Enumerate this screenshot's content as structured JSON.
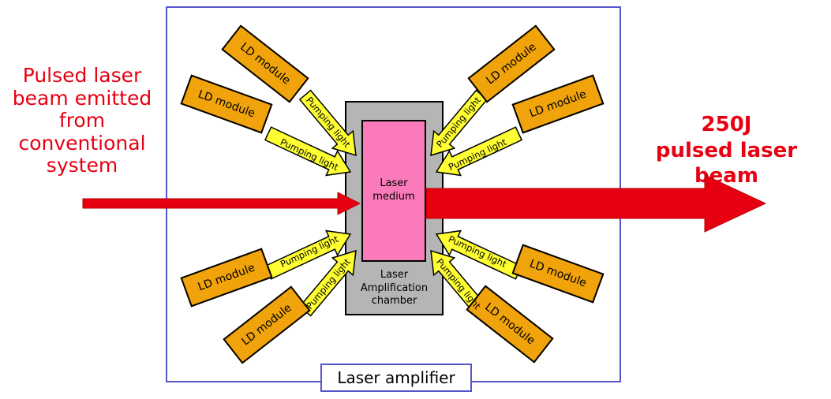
{
  "diagram": {
    "input_label": "Pulsed laser\nbeam emitted\nfrom\nconventional\nsystem",
    "output_label": "250J\npulsed laser beam",
    "amplifier_label": "Laser amplifier",
    "chamber_label": "Laser\nAmplification\nchamber",
    "medium_label": "Laser\nmedium",
    "ld_module_label": "LD module",
    "pumping_light_label": "Pumping light"
  },
  "colors": {
    "red": "#e60012",
    "orange": "#f0a30a",
    "yellow": "#ffff33",
    "pink": "#fb7ab9",
    "gray": "#b5b5b5",
    "blue": "#5555cc"
  }
}
